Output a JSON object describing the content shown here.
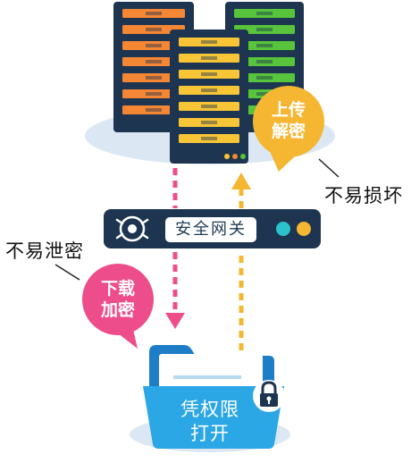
{
  "gateway": {
    "label": "安全网关"
  },
  "upload_bubble": {
    "line1": "上传",
    "line2": "解密"
  },
  "download_bubble": {
    "line1": "下载",
    "line2": "加密"
  },
  "labels": {
    "hard_to_damage": "不易损坏",
    "hard_to_leak": "不易泄密"
  },
  "folder": {
    "line1": "凭权限",
    "line2": "打开"
  },
  "colors": {
    "server_dark": "#1d3550",
    "server_orange": "#f58634",
    "server_green": "#58c43b",
    "server_yellow": "#f7c536",
    "download_pink": "#ee4d8c",
    "upload_yellow": "#f5b632",
    "folder_blue": "#2ba7e5",
    "gateway_teal": "#2cc2c9"
  },
  "icons": [
    "gateway-logo-icon",
    "lock-icon",
    "server-rack-icon",
    "folder-icon"
  ]
}
